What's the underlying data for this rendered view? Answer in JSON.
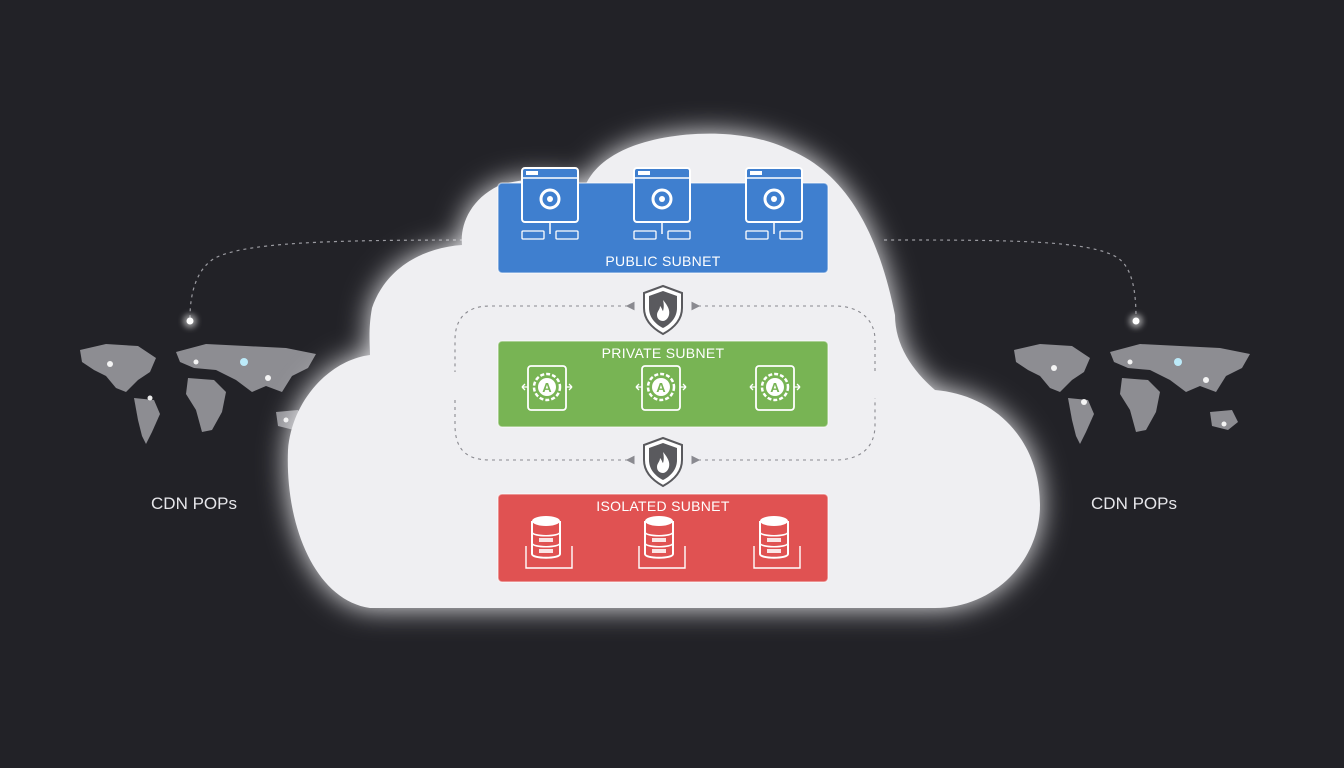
{
  "colors": {
    "background": "#222227",
    "cloud": "#efeff2",
    "public_subnet": "#3f7fcf",
    "private_subnet": "#78b454",
    "isolated_subnet": "#e05252",
    "firewall": "#5a5a5e",
    "map": "#8d8d92"
  },
  "cdn": {
    "left_label": "CDN POPs",
    "right_label": "CDN POPs"
  },
  "subnets": {
    "public": {
      "label": "PUBLIC SUBNET",
      "node_icon": "web-server-icon",
      "node_count": 3
    },
    "private": {
      "label": "PRIVATE SUBNET",
      "node_icon": "app-server-icon",
      "node_count": 3
    },
    "isolated": {
      "label": "ISOLATED SUBNET",
      "node_icon": "database-icon",
      "node_count": 3
    }
  },
  "firewalls": [
    "firewall-shield-icon",
    "firewall-shield-icon"
  ]
}
